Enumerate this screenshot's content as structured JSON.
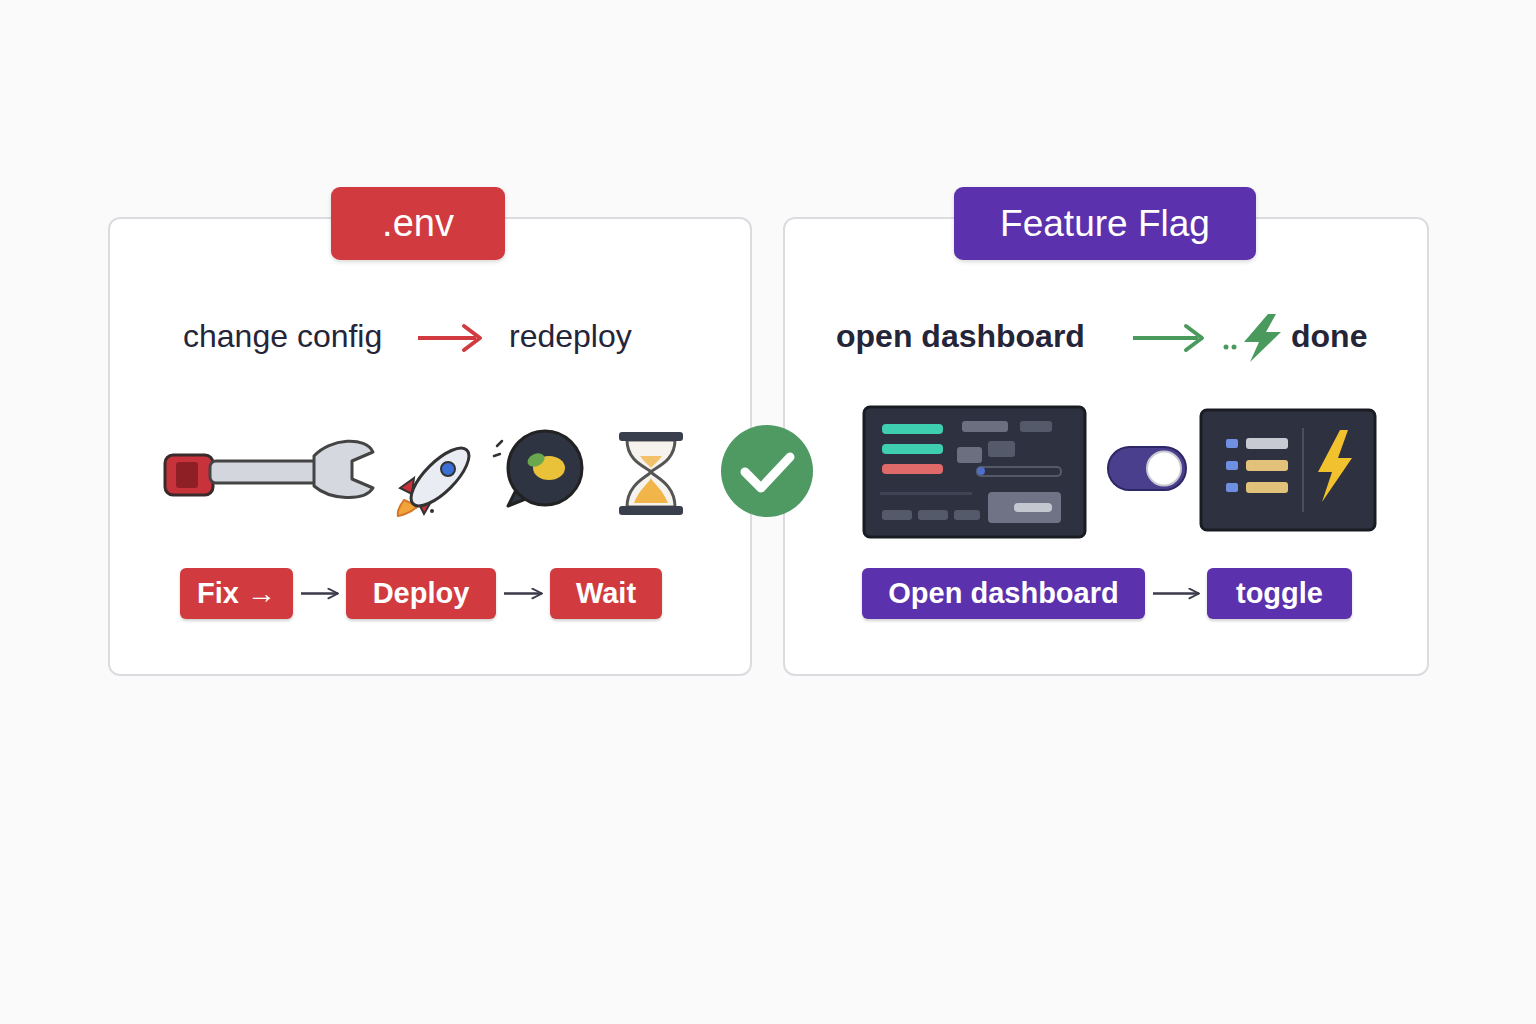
{
  "diagram": {
    "nodes": [
      {
        "text": [
          ".env"
        ]
      },
      {
        "text": [
          "Fix →"
        ],
        "in": 0
      },
      {
        "text": [
          "Deploy"
        ],
        "in": 0
      },
      {
        "text": [
          "Wait"
        ],
        "in": 0
      },
      {
        "text": [
          "Feature Flag"
        ]
      },
      {
        "text": [
          "Open dashboard"
        ],
        "in": 4
      },
      {
        "text": [
          "toggle"
        ],
        "in": 4
      }
    ],
    "edges": [
      {
        "from": 1,
        "to": 2,
        "arrow": "to"
      },
      {
        "from": 2,
        "to": 3,
        "arrow": "to"
      },
      {
        "from": 5,
        "to": 6,
        "arrow": "to"
      }
    ],
    "labels": [
      "change config",
      "redeploy",
      "open dashboard",
      "done"
    ]
  }
}
